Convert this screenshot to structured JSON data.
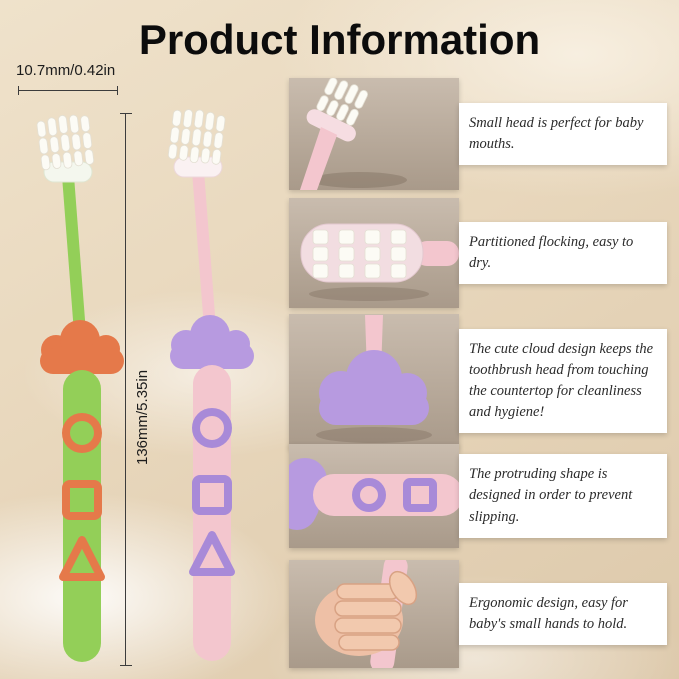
{
  "title": "Product Information",
  "dimensions": {
    "head_width_label": "10.7mm/0.42in",
    "length_label": "136mm/5.35in"
  },
  "features": [
    {
      "name": "small-head",
      "text": "Small head is perfect for baby mouths."
    },
    {
      "name": "partitioned-flocking",
      "text": "Partitioned flocking, easy to dry."
    },
    {
      "name": "cloud-design",
      "text": "The cute cloud design keeps the toothbrush head from touching the countertop for cleanliness and hygiene!"
    },
    {
      "name": "protruding-shape",
      "text": "The protruding shape is designed in order to prevent slipping."
    },
    {
      "name": "ergonomic-design",
      "text": "Ergonomic design, easy for baby's small hands to hold."
    }
  ],
  "colors": {
    "green_brush": "#93cf58",
    "orange_accent": "#e5794a",
    "pink_brush": "#f3c6ce",
    "purple_accent": "#b79ae0",
    "purple_shape": "#a88ad8",
    "photo_backdrop": "#a99a8a",
    "text": "#2b2b2b"
  }
}
